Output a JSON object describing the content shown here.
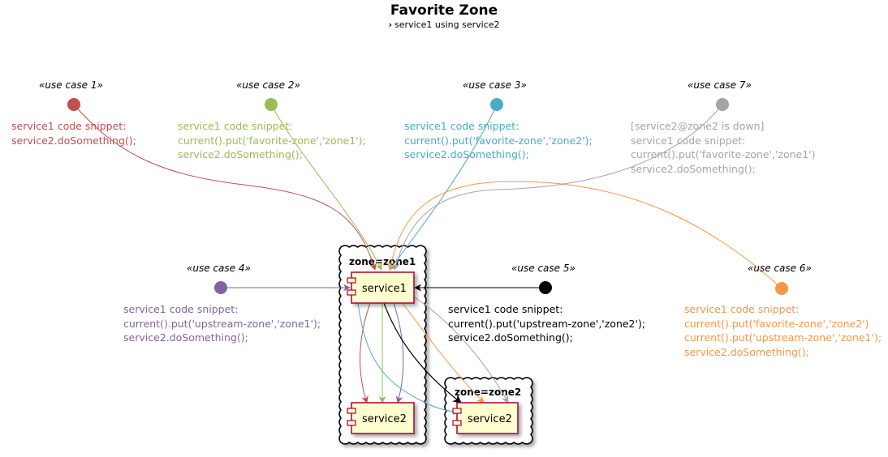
{
  "header": {
    "title": "Favorite Zone",
    "subtitle": "service1 using service2"
  },
  "zones": [
    {
      "id": "zone1",
      "label": "zone=zone1"
    },
    {
      "id": "zone2",
      "label": "zone=zone2"
    }
  ],
  "components": [
    {
      "id": "z1s1",
      "label": "service1",
      "zone": "zone1"
    },
    {
      "id": "z1s2",
      "label": "service2",
      "zone": "zone1"
    },
    {
      "id": "z2s2",
      "label": "service2",
      "zone": "zone2"
    }
  ],
  "use_cases": [
    {
      "id": "uc1",
      "stereotype": "«use case 1»",
      "color": "#c0504d",
      "snippet": [
        "service1 code snippet:",
        "service2.doSomething();"
      ]
    },
    {
      "id": "uc2",
      "stereotype": "«use case 2»",
      "color": "#9bbb59",
      "snippet": [
        "service1 code snippet:",
        "current().put('favorite-zone','zone1');",
        "service2.doSomething();"
      ]
    },
    {
      "id": "uc3",
      "stereotype": "«use case 3»",
      "color": "#4bacc6",
      "snippet": [
        "service1 code snippet:",
        "current().put('favorite-zone','zone2');",
        "service2.doSomething();"
      ]
    },
    {
      "id": "uc7",
      "stereotype": "«use case 7»",
      "color": "#a5a5a5",
      "snippet": [
        "[service2@zone2 is down]",
        "service1 code snippet:",
        "current().put('favorite-zone','zone1')",
        "service2.doSomething();"
      ]
    },
    {
      "id": "uc4",
      "stereotype": "«use case 4»",
      "color": "#8064a2",
      "snippet": [
        "service1 code snippet:",
        "current().put('upstream-zone','zone1');",
        "service2.doSomething();"
      ]
    },
    {
      "id": "uc5",
      "stereotype": "«use case 5»",
      "color": "#000000",
      "snippet": [
        "service1 code snippet:",
        "current().put('upstream-zone','zone2');",
        "service2.doSomething();"
      ]
    },
    {
      "id": "uc6",
      "stereotype": "«use case 6»",
      "color": "#f79646",
      "snippet": [
        "service1 code snippet:",
        "current().put('favorite-zone','zone2')",
        "current().put('upstream-zone','zone1');",
        "service2.doSomething();"
      ]
    }
  ],
  "flows": [
    {
      "use_case": "uc1",
      "to": "z1s2"
    },
    {
      "use_case": "uc2",
      "to": "z1s2"
    },
    {
      "use_case": "uc3",
      "to": "z2s2"
    },
    {
      "use_case": "uc4",
      "to": "z1s2"
    },
    {
      "use_case": "uc5",
      "to": "z2s2"
    },
    {
      "use_case": "uc6",
      "to": "z2s2"
    },
    {
      "use_case": "uc7",
      "to": "z2s2"
    }
  ]
}
